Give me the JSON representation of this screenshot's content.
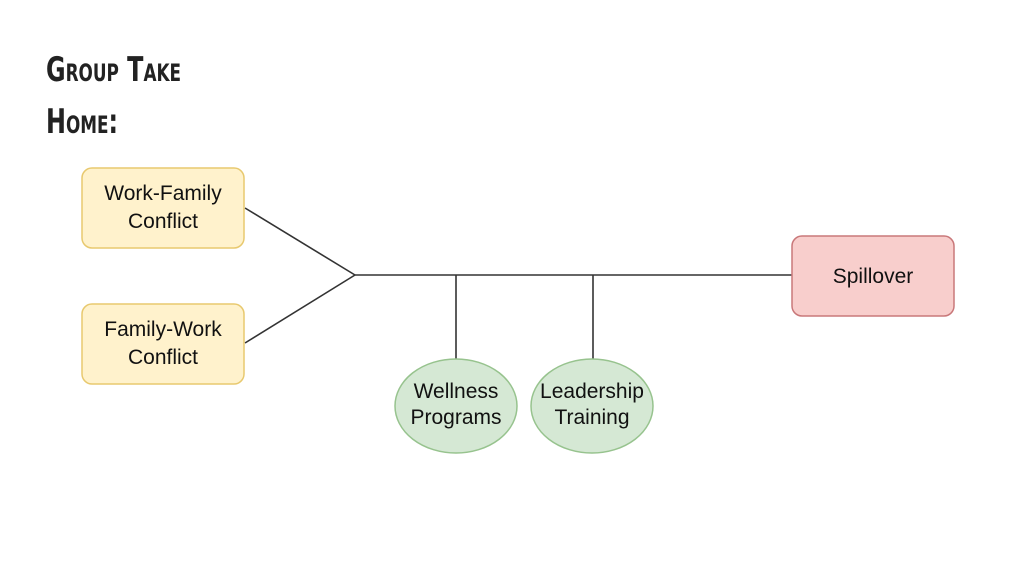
{
  "slide": {
    "title_line1": "Group Take",
    "title_line2": "Home:"
  },
  "diagram": {
    "nodes": {
      "work_family": {
        "line1": "Work-Family",
        "line2": "Conflict",
        "fill": "#fff2cc",
        "stroke": "#e8c96f"
      },
      "family_work": {
        "line1": "Family-Work",
        "line2": "Conflict",
        "fill": "#fff2cc",
        "stroke": "#e8c96f"
      },
      "spillover": {
        "label": "Spillover",
        "fill": "#f8cecc",
        "stroke": "#c9787a"
      },
      "wellness": {
        "line1": "Wellness",
        "line2": "Programs",
        "fill": "#d5e8d4",
        "stroke": "#97c38e"
      },
      "leadership": {
        "line1": "Leadership",
        "line2": "Training",
        "fill": "#d5e8d4",
        "stroke": "#97c38e"
      }
    },
    "edges": [
      {
        "from": "work_family",
        "to": "junction"
      },
      {
        "from": "family_work",
        "to": "junction"
      },
      {
        "from": "junction",
        "to": "spillover"
      },
      {
        "from": "wellness",
        "to": "main-line"
      },
      {
        "from": "leadership",
        "to": "main-line"
      }
    ],
    "line_color": "#333333"
  }
}
